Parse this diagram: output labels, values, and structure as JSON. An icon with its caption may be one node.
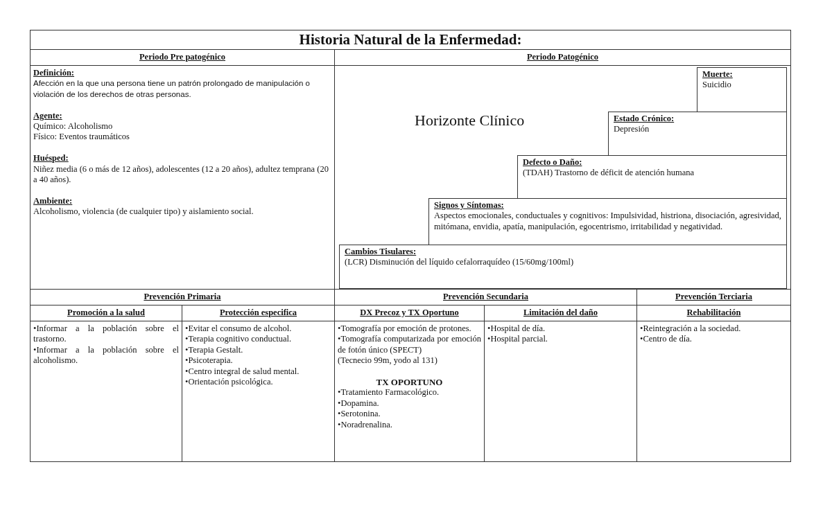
{
  "diagram": {
    "title": "Historia Natural de la Enfermedad:",
    "nodes": [
      {
        "text": [
          "Muerte:",
          "Suicidio"
        ]
      },
      {
        "text": [
          "Estado Crónico:",
          "Depresión"
        ]
      },
      {
        "text": [
          "Defecto o Daño:",
          "(TDAH) Trastorno de déficit de atención humana"
        ]
      },
      {
        "text": [
          "Signos y Síntomas:",
          "Aspectos emocionales, conductuales y cognitivos: Impulsividad, histriona, disociación, agresividad, mitómana, envidia, apatía, manipulación, egocentrismo, irritabilidad y negatividad."
        ]
      },
      {
        "text": [
          "Cambios Tisulares:",
          "(LCR) Disminución del líquido cefalorraquídeo (15/60mg/100ml)"
        ]
      }
    ],
    "labels": [
      "Periodo Pre patogénico",
      "Periodo Patogénico",
      "Definición:",
      "Afección en la que una persona tiene un patrón prolongado de manipulación o violación de los derechos de otras personas.",
      "Agente:",
      "Químico: Alcoholismo",
      "Físico: Eventos traumáticos",
      "Huésped:",
      "Niñez media (6 o más de 12 años), adolescentes (12 a 20 años), adultez temprana (20 a 40 años).",
      "Ambiente:",
      "Alcoholismo, violencia (de cualquier tipo) y aislamiento social.",
      "Horizonte Clínico",
      "Prevención Primaria",
      "Prevención Secundaria",
      "Prevención Terciaria",
      "Promoción a la salud",
      "Protección especifica",
      "DX Precoz y TX Oportuno",
      "Limitación del daño",
      "Rehabilitación",
      "•Informar a la población sobre el trastorno.",
      "•Informar a la población sobre el alcoholismo.",
      "•Evitar el consumo de alcohol.",
      "•Terapia cognitivo conductual.",
      "•Terapia Gestalt.",
      "•Psicoterapia.",
      "•Centro integral de salud mental.",
      "•Orientación psicológica.",
      "•Tomografía por emoción de protones.",
      "•Tomografía computarizada por emoción de fotón único (SPECT)",
      "(Tecnecio 99m, yodo al 131)",
      "TX OPORTUNO",
      "•Tratamiento Farmacológico.",
      "•Dopamina.",
      "•Serotonina.",
      "•Noradrenalina.",
      "•Hospital de día.",
      "•Hospital parcial.",
      "•Reintegración a la sociedad.",
      "•Centro de día."
    ]
  }
}
